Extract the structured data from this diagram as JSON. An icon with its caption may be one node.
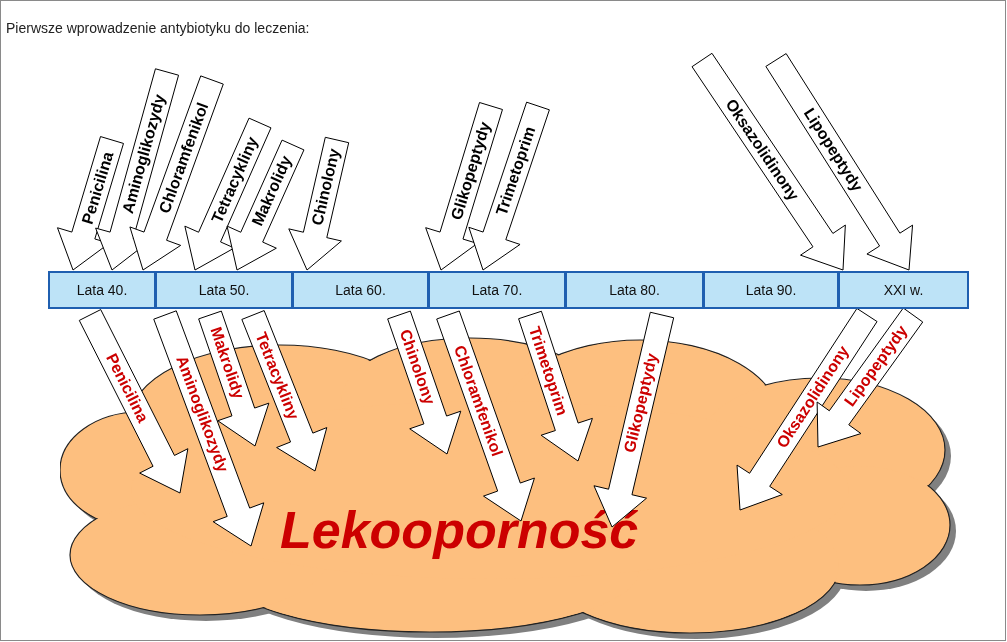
{
  "diagram": {
    "nodes": [
      {
        "text": [
          "Lata 40."
        ]
      },
      {
        "text": [
          "Lata 50."
        ]
      },
      {
        "text": [
          "Lata 60."
        ]
      },
      {
        "text": [
          "Lata 70."
        ]
      },
      {
        "text": [
          "Lata 80."
        ]
      },
      {
        "text": [
          "Lata 90."
        ]
      },
      {
        "text": [
          "XXI w."
        ]
      },
      {
        "text": [
          "Lekooporność"
        ]
      }
    ],
    "edges": [
      {
        "from": null,
        "to": 0,
        "arrow": "to",
        "label": "Penicilina"
      },
      {
        "from": null,
        "to": 0,
        "arrow": "to",
        "label": "Aminoglikozydy"
      },
      {
        "from": null,
        "to": 0,
        "arrow": "to",
        "label": "Chloramfenikol"
      },
      {
        "from": null,
        "to": 1,
        "arrow": "to",
        "label": "Tetracykliny"
      },
      {
        "from": null,
        "to": 1,
        "arrow": "to",
        "label": "Makrolidy"
      },
      {
        "from": null,
        "to": 2,
        "arrow": "to",
        "label": "Chinolony"
      },
      {
        "from": null,
        "to": 3,
        "arrow": "to",
        "label": "Glikopeptydy"
      },
      {
        "from": null,
        "to": 3,
        "arrow": "to",
        "label": "Trimetoprim"
      },
      {
        "from": null,
        "to": 6,
        "arrow": "to",
        "label": "Oksazolidinony"
      },
      {
        "from": null,
        "to": 6,
        "arrow": "to",
        "label": "Lipopeptydy"
      },
      {
        "from": 0,
        "to": 7,
        "arrow": "to",
        "label": "Penicilina"
      },
      {
        "from": 1,
        "to": 7,
        "arrow": "to",
        "label": "Aminoglikozydy"
      },
      {
        "from": 1,
        "to": 7,
        "arrow": "to",
        "label": "Makrolidy"
      },
      {
        "from": 1,
        "to": 7,
        "arrow": "to",
        "label": "Tetracykliny"
      },
      {
        "from": 2,
        "to": 7,
        "arrow": "to",
        "label": "Chinolony"
      },
      {
        "from": 3,
        "to": 7,
        "arrow": "to",
        "label": "Chloramfenikol"
      },
      {
        "from": 3,
        "to": 7,
        "arrow": "to",
        "label": "Trimetoprim"
      },
      {
        "from": 4,
        "to": 7,
        "arrow": "to",
        "label": "Glikopeptydy"
      },
      {
        "from": 6,
        "to": 7,
        "arrow": "to",
        "label": "Oksazolidinony"
      },
      {
        "from": 6,
        "to": 7,
        "arrow": "to",
        "label": "Lipopeptydy"
      }
    ],
    "labels": [
      "Pierwsze wprowadzenie antybiotyku do leczenia:"
    ]
  }
}
